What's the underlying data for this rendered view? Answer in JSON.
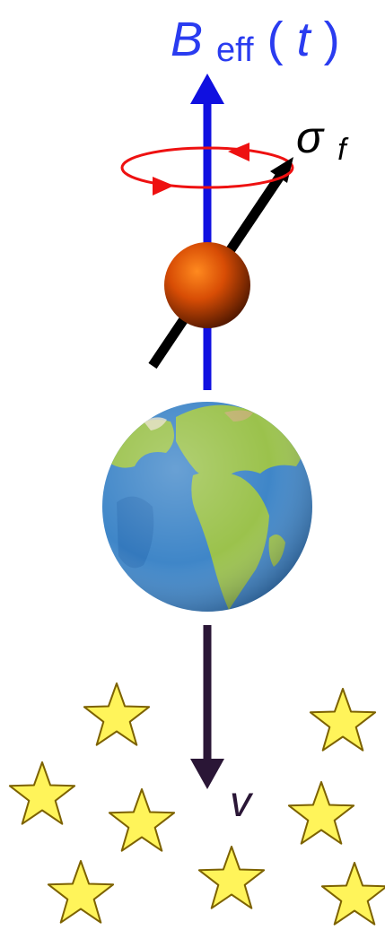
{
  "labels": {
    "field_main": "B",
    "field_sub": "eff",
    "field_open": "(",
    "field_t": "t",
    "field_close": ")",
    "spin_main": "σ",
    "spin_sub": "f",
    "velocity": "v"
  },
  "colors": {
    "field_vector": "#1010e0",
    "field_label": "#2a3cf0",
    "spin_vector": "#000000",
    "precession_orbit": "#ee1111",
    "particle_light": "#ff8a1f",
    "particle_mid": "#d84d05",
    "particle_dark": "#4a1500",
    "velocity_vector": "#2a1636",
    "star_fill": "#fff45a",
    "star_stroke": "#7d6200",
    "earth_ocean": "#3f86c8",
    "earth_land": "#9bc24c"
  },
  "icons": {
    "particle": "orange-sphere-icon",
    "earth": "earth-globe-icon",
    "star": "star-icon"
  },
  "star_count": 8
}
